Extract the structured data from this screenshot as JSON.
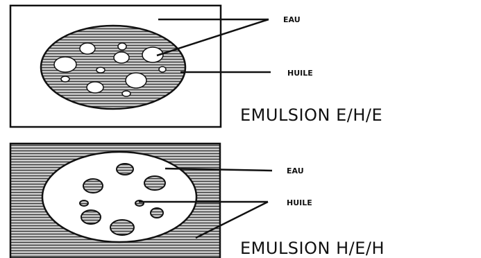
{
  "diagram1": {
    "water_label": "EAU",
    "oil_label": "HUILE",
    "title": "EMULSION E/H/E"
  },
  "diagram2": {
    "water_label": "EAU",
    "oil_label": "HUILE",
    "title": "EMULSION H/E/H"
  }
}
